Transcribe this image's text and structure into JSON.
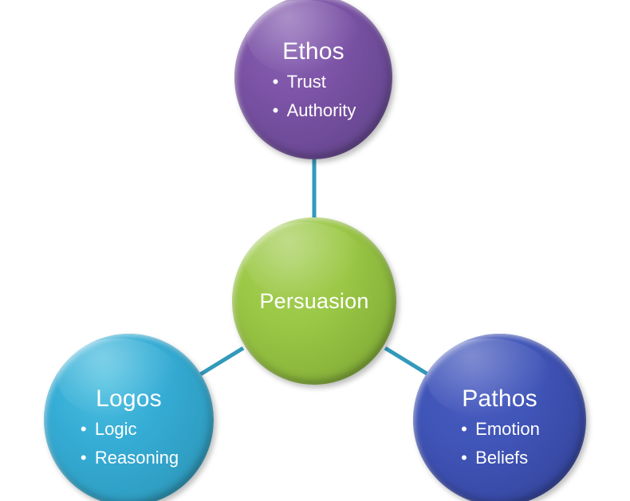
{
  "diagram": {
    "type": "hub-and-spoke",
    "background_color": "#ffffff",
    "connector_color": "#3399bb",
    "center": {
      "id": "persuasion",
      "title": "Persuasion",
      "fill_color": "#9bc846",
      "text_color": "#ffffff",
      "items": []
    },
    "nodes": [
      {
        "id": "ethos",
        "title": "Ethos",
        "fill_color": "#7b52a5",
        "text_color": "#ffffff",
        "position": "top",
        "items": [
          "Trust",
          "Authority"
        ]
      },
      {
        "id": "logos",
        "title": "Logos",
        "fill_color": "#35acd5",
        "text_color": "#ffffff",
        "position": "bottom-left",
        "items": [
          "Logic",
          "Reasoning"
        ]
      },
      {
        "id": "pathos",
        "title": "Pathos",
        "fill_color": "#4055b8",
        "text_color": "#ffffff",
        "position": "bottom-right",
        "items": [
          "Emotion",
          "Beliefs"
        ]
      }
    ],
    "bullet_glyph": "•",
    "connectors": [
      {
        "from": "persuasion",
        "to": "ethos"
      },
      {
        "from": "persuasion",
        "to": "logos"
      },
      {
        "from": "persuasion",
        "to": "pathos"
      }
    ]
  }
}
